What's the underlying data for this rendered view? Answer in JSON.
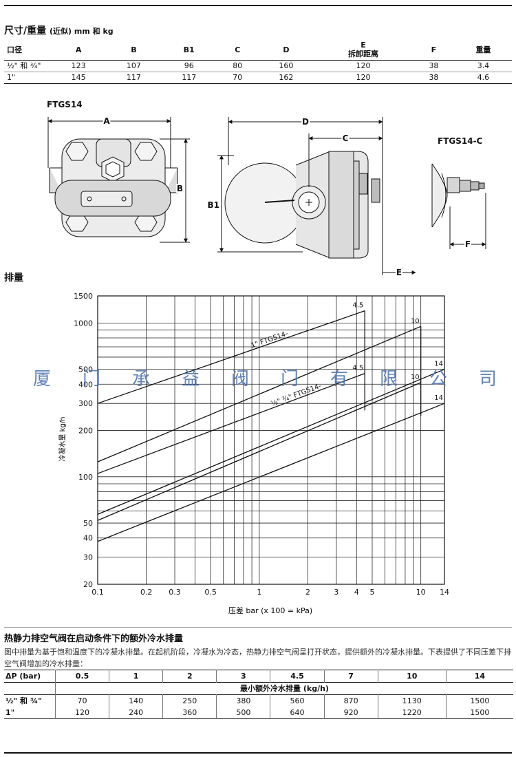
{
  "section_dims": {
    "title": "尺寸/重量",
    "subtitle": "(近似) mm 和 kg"
  },
  "dims_table": {
    "headers": [
      "口径",
      "A",
      "B",
      "B1",
      "C",
      "D",
      "E",
      "F",
      "重量"
    ],
    "e_sub": "拆卸距离",
    "rows": [
      [
        "½\" 和 ¾\"",
        "123",
        "107",
        "96",
        "80",
        "160",
        "120",
        "38",
        "3.4"
      ],
      [
        "1\"",
        "145",
        "117",
        "117",
        "70",
        "162",
        "120",
        "38",
        "4.6"
      ]
    ]
  },
  "drawing": {
    "model": "FTGS14",
    "model_c": "FTGS14-C",
    "dim_labels": {
      "A": "A",
      "B": "B",
      "B1": "B1",
      "C": "C",
      "D": "D",
      "E": "E",
      "F": "F"
    }
  },
  "section_flow": {
    "title": "排量"
  },
  "watermark": [
    "厦",
    "门",
    "承",
    "益",
    "阀",
    "门",
    "有",
    "限",
    "公",
    "司"
  ],
  "chart_data": {
    "type": "line",
    "xscale": "log",
    "yscale": "log",
    "xlim": [
      0.1,
      14
    ],
    "ylim": [
      20,
      1500
    ],
    "xticks": [
      0.1,
      0.2,
      0.3,
      0.5,
      1,
      2,
      3,
      4,
      5,
      10,
      14
    ],
    "xtick_labels": [
      "0.1",
      "0.2",
      "0.3",
      "0.5",
      "1",
      "2",
      "3",
      "4",
      "5",
      "10",
      "14"
    ],
    "yticks": [
      20,
      30,
      40,
      50,
      100,
      200,
      300,
      400,
      500,
      1000,
      1500
    ],
    "ytick_labels": [
      "20",
      "30",
      "40",
      "50",
      "100",
      "200",
      "300",
      "400",
      "500",
      "1000",
      "1500"
    ],
    "xlabel": "压差 bar (x 100 = kPa)",
    "ylabel": "冷凝水量 kg/h",
    "grid": true,
    "series": [
      {
        "name": "1\" FTGS14-",
        "segments": [
          {
            "label": "4.5",
            "x": [
              0.1,
              4.5
            ],
            "y": [
              300,
              1200
            ]
          },
          {
            "label": "10",
            "x": [
              0.1,
              10
            ],
            "y": [
              125,
              950
            ]
          },
          {
            "label": "14",
            "x": [
              0.1,
              14
            ],
            "y": [
              57,
              500
            ]
          }
        ]
      },
      {
        "name": "½\" ¾\" FTGS14-",
        "segments": [
          {
            "label": "4.5",
            "x": [
              0.1,
              4.5
            ],
            "y": [
              105,
              470
            ]
          },
          {
            "label": "10",
            "x": [
              0.1,
              10
            ],
            "y": [
              52,
              410
            ]
          },
          {
            "label": "14",
            "x": [
              0.1,
              14
            ],
            "y": [
              38,
              300
            ]
          }
        ]
      }
    ],
    "steps": [
      {
        "x": 4.5,
        "y": [
          1200,
          270
        ]
      },
      {
        "x": 10,
        "y": [
          950,
          250
        ]
      }
    ]
  },
  "section_extra": {
    "title": "热静力排空气阀在启动条件下的额外冷水排量",
    "paragraph": "图中排量为基于饱和温度下的冷凝水排量。在起机阶段，冷凝水为冷态，热静力排空气阀呈打开状态，提供额外的冷凝水排量。下表提供了不同压差下排空气阀增加的冷水排量："
  },
  "flow_table": {
    "header_label": "ΔP (bar)",
    "pressures": [
      "0.5",
      "1",
      "2",
      "3",
      "4.5",
      "7",
      "10",
      "14"
    ],
    "sub_header": "最小额外冷水排量 (kg/h)",
    "rows": [
      {
        "size": "½\" 和 ¾\"",
        "values": [
          "70",
          "140",
          "250",
          "380",
          "560",
          "870",
          "1130",
          "1500"
        ]
      },
      {
        "size": "1\"",
        "values": [
          "120",
          "240",
          "360",
          "500",
          "640",
          "920",
          "1220",
          "1500"
        ]
      }
    ]
  }
}
